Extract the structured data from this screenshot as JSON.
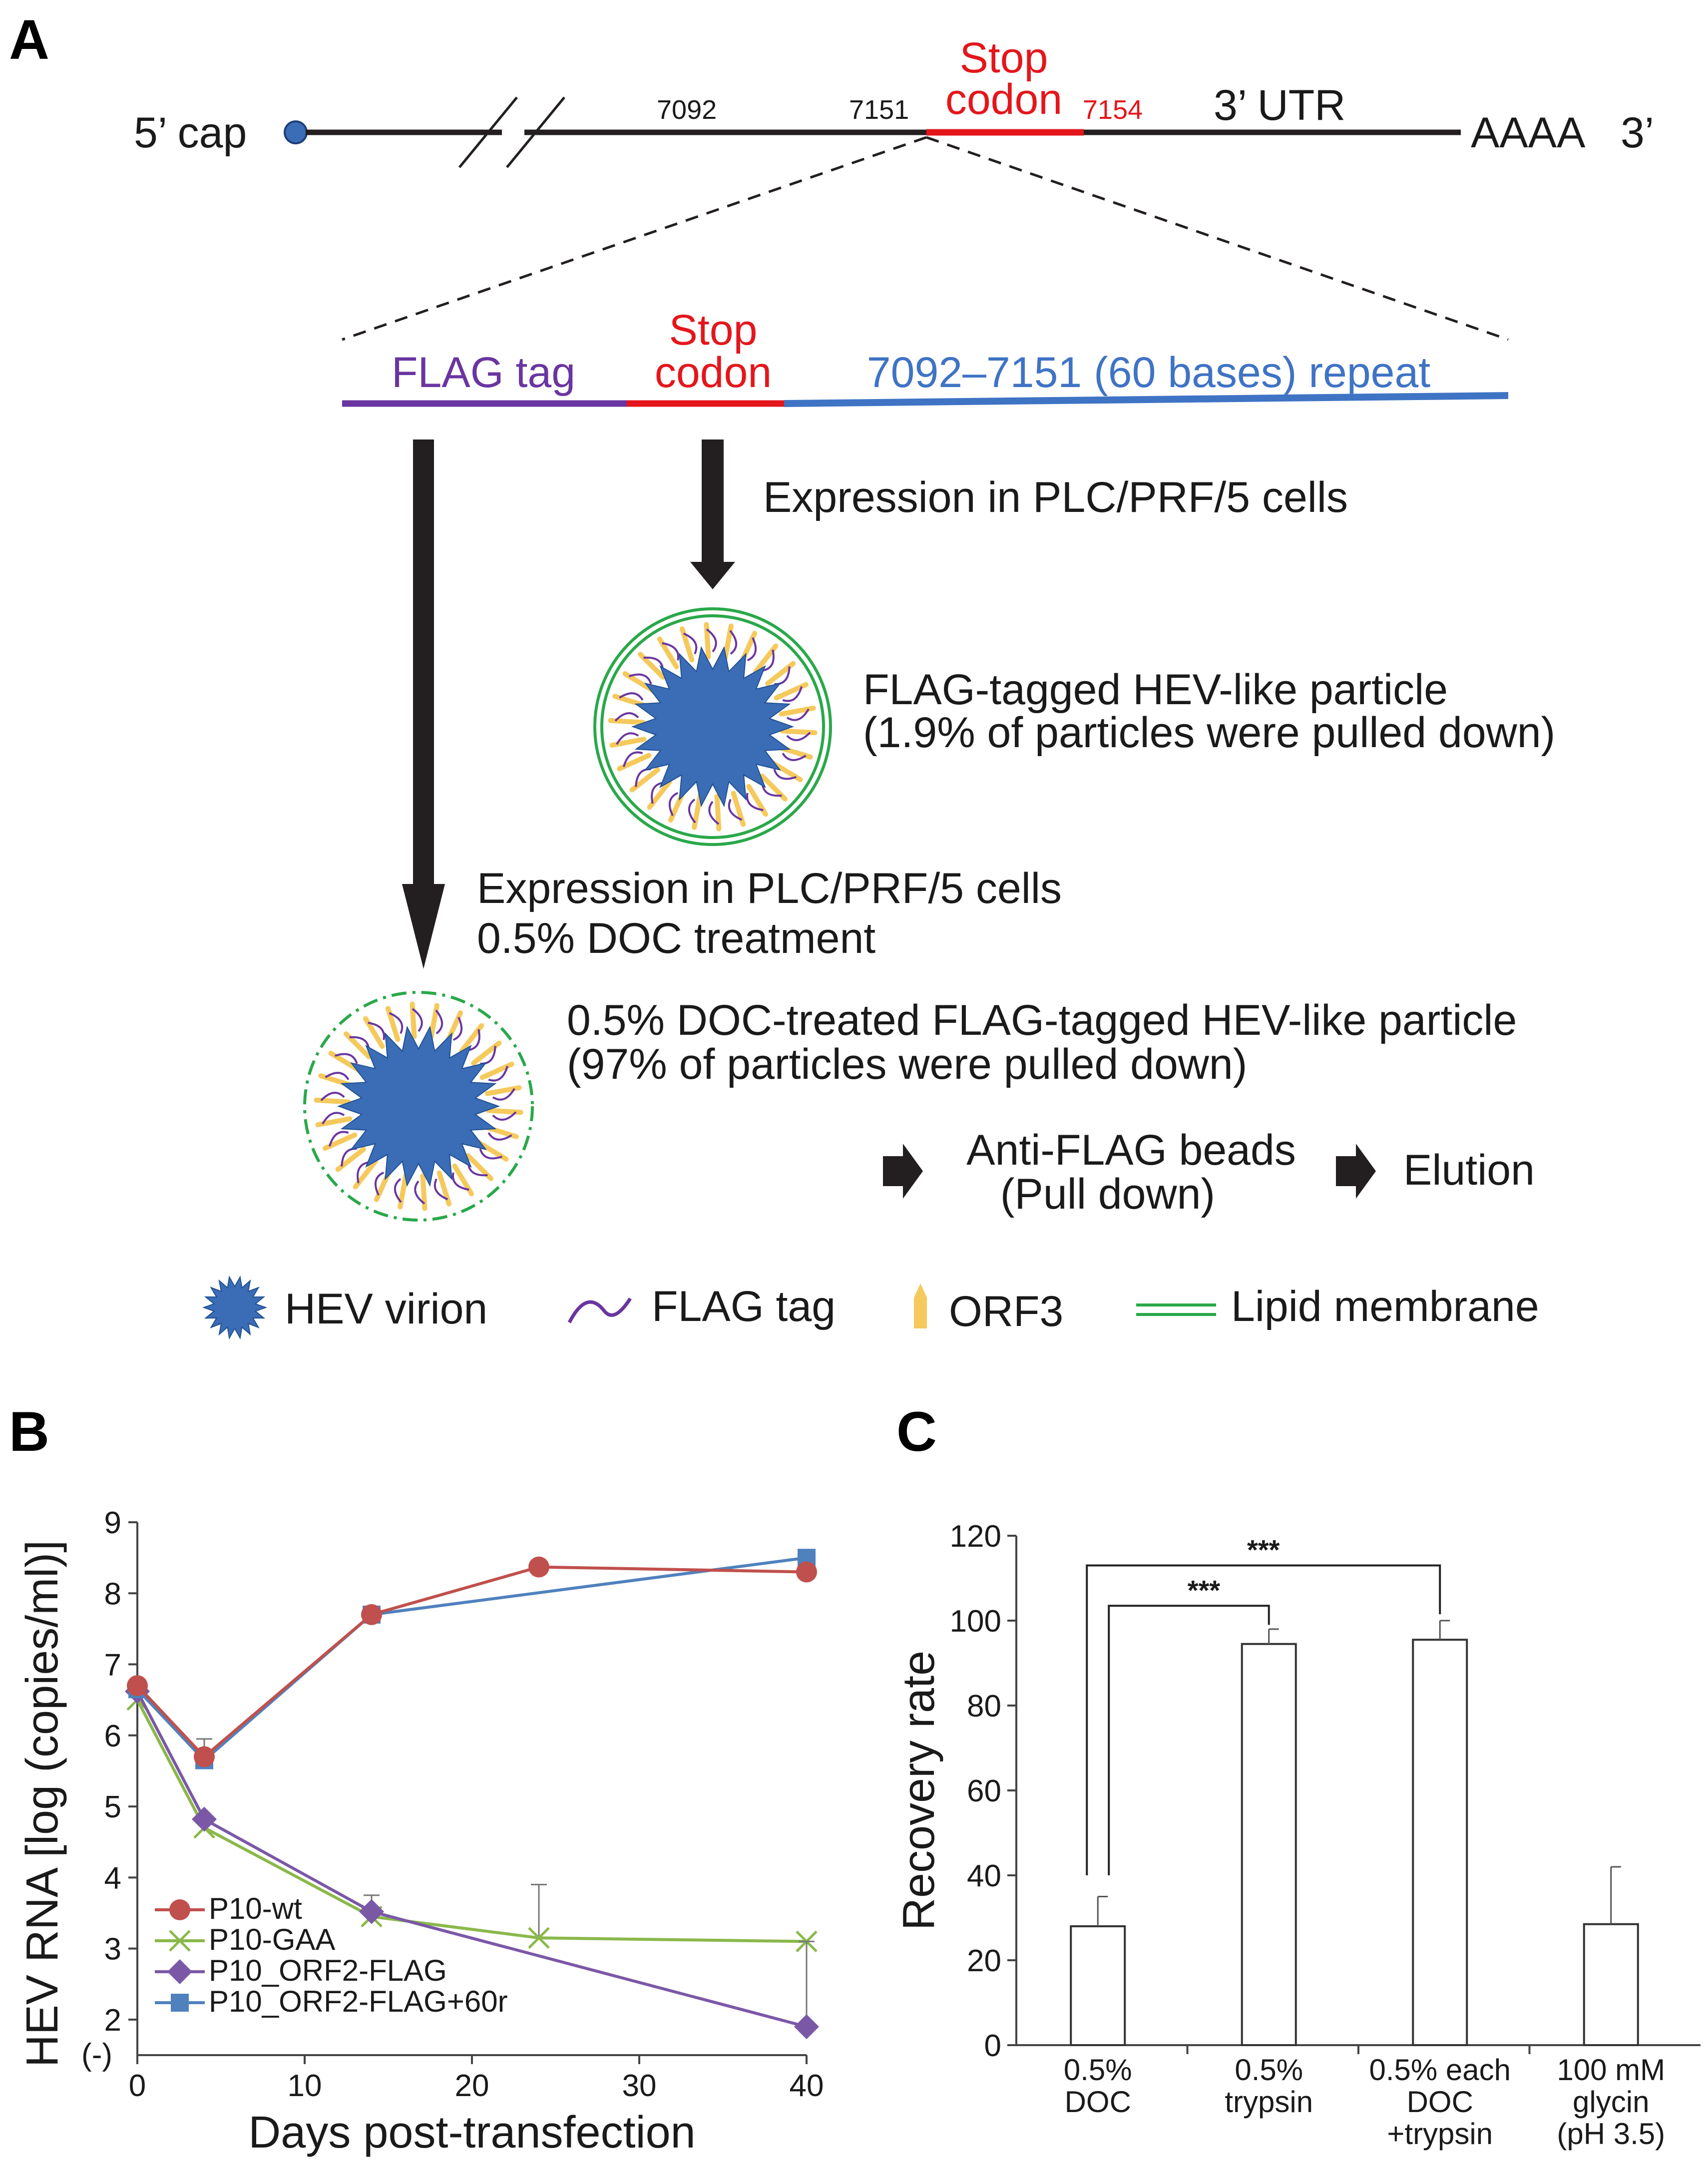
{
  "panel_a": {
    "letter": "A",
    "five_prime_cap": "5’ cap",
    "pos_7092": "7092",
    "pos_7151": "7151",
    "stop_codon_line1": "Stop",
    "stop_codon_line2": "codon",
    "pos_7154": "7154",
    "utr": "3’ UTR",
    "polyA": "AAAA",
    "three_prime": "3’",
    "insert_flag": "FLAG tag",
    "insert_stop1": "Stop",
    "insert_stop2": "codon",
    "insert_repeat": "7092–7151 (60 bases) repeat",
    "expression1": "Expression in PLC/PRF/5 cells",
    "particle1_line1": "FLAG-tagged HEV-like particle",
    "particle1_line2": "(1.9% of particles were pulled down)",
    "expression2_line1": "Expression in PLC/PRF/5 cells",
    "expression2_line2": "0.5% DOC treatment",
    "particle2_line1": "0.5% DOC-treated FLAG-tagged HEV-like particle",
    "particle2_line2": "(97% of particles were pulled down)",
    "beads_line1": "Anti-FLAG beads",
    "beads_line2": "(Pull down)",
    "elution": "Elution",
    "legend": {
      "virion": "HEV virion",
      "flag": "FLAG tag",
      "orf3": "ORF3",
      "membrane": "Lipid membrane"
    },
    "colors": {
      "virion": "#3a6db5",
      "flag": "#6a35a0",
      "orf3": "#f5c95c",
      "membrane": "#2aa84a",
      "stop": "#e4161c",
      "repeat": "#3f73c4"
    }
  },
  "panel_b": {
    "letter": "B",
    "chart_data": {
      "type": "line",
      "xlabel": "Days post-transfection",
      "ylabel": "HEV RNA [log (copies/ml)]",
      "xlim": [
        0,
        40
      ],
      "ylim": [
        1.5,
        9
      ],
      "x_ticks": [
        "0",
        "10",
        "20",
        "30",
        "40"
      ],
      "y_ticks": [
        "2",
        "3",
        "4",
        "5",
        "6",
        "7",
        "8",
        "9"
      ],
      "y_extra_label": "(-)",
      "legend_position": "bottom-left",
      "series": [
        {
          "name": "P10-wt",
          "color": "#c0504d",
          "marker": "circle",
          "x": [
            0,
            4,
            14,
            24,
            40
          ],
          "y": [
            6.7,
            5.7,
            7.7,
            8.37,
            8.3
          ],
          "err": [
            0,
            0.25,
            0,
            0,
            0
          ]
        },
        {
          "name": "P10-GAA",
          "color": "#8ab84a",
          "marker": "x",
          "x": [
            0,
            4,
            14,
            24,
            40
          ],
          "y": [
            6.5,
            4.7,
            3.45,
            3.15,
            3.1
          ],
          "err": [
            0,
            0,
            0.3,
            0.75,
            0
          ]
        },
        {
          "name": "P10_ORF2-FLAG",
          "color": "#7b58a6",
          "marker": "diamond",
          "x": [
            0,
            4,
            14,
            40
          ],
          "y": [
            6.62,
            4.82,
            3.52,
            1.9
          ],
          "err": [
            0,
            0,
            0,
            1.2
          ]
        },
        {
          "name": "P10_ORF2-FLAG+60r",
          "color": "#4f81bd",
          "marker": "square",
          "x": [
            0,
            4,
            14,
            40
          ],
          "y": [
            6.65,
            5.65,
            7.7,
            8.5
          ],
          "err": [
            0,
            0,
            0,
            0
          ]
        }
      ]
    }
  },
  "panel_c": {
    "letter": "C",
    "chart_data": {
      "type": "bar",
      "ylabel": "Recovery rate",
      "ylim": [
        0,
        120
      ],
      "y_ticks": [
        "0",
        "20",
        "40",
        "60",
        "80",
        "100",
        "120"
      ],
      "categories": [
        [
          "0.5%",
          "DOC"
        ],
        [
          "0.5%",
          "trypsin"
        ],
        [
          "0.5% each",
          "DOC",
          "+trypsin"
        ],
        [
          "100 mM",
          "glycin",
          "(pH 3.5)"
        ]
      ],
      "values": [
        28,
        94.5,
        95.5,
        28.5
      ],
      "errors": [
        7,
        3.5,
        4.5,
        13.5
      ],
      "significance": [
        {
          "from": 0,
          "to": 1,
          "label": "***"
        },
        {
          "from": 0,
          "to": 2,
          "label": "***"
        }
      ]
    }
  }
}
